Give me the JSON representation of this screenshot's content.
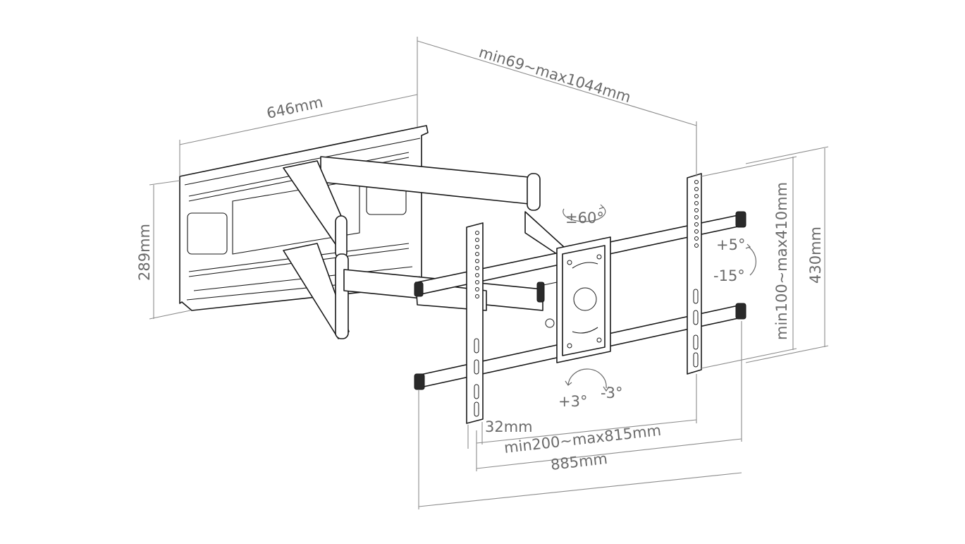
{
  "dimensions": {
    "wall_plate_width": "646mm",
    "wall_plate_height": "289mm",
    "arm_extension": "min69~max1044mm",
    "vesa_vertical": "min100~max410mm",
    "overall_height": "430mm",
    "rail_offset": "32mm",
    "vesa_horizontal": "min200~max815mm",
    "overall_width": "885mm"
  },
  "angles": {
    "swivel": "±60°",
    "tilt_up": "+5°",
    "tilt_down": "-15°",
    "level_plus": "+3°",
    "level_minus": "-3°"
  },
  "colors": {
    "line": "#1a1a1a",
    "dimension": "#8c8c8c",
    "label": "#6b6b6b"
  }
}
